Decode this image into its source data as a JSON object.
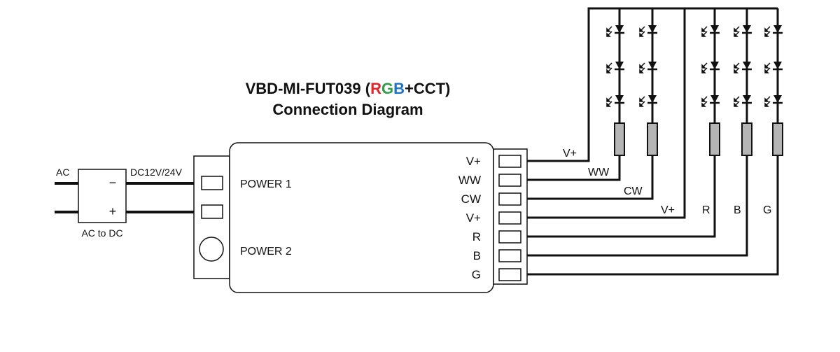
{
  "title": {
    "line1_prefix": "VBD-MI-FUT039 (",
    "line1_r": "R",
    "line1_g": "G",
    "line1_b": "B",
    "line1_suffix": "+CCT)",
    "line2": "Connection Diagram"
  },
  "colors": {
    "red": "#e0262a",
    "green": "#2e9e48",
    "blue": "#1f73c4",
    "ink": "#111111",
    "resistor": "#b5b5b5"
  },
  "converter": {
    "ac_label": "AC",
    "dc_label": "DC12V/24V",
    "minus": "−",
    "plus": "+",
    "caption": "AC to DC"
  },
  "controller": {
    "power1": "POWER 1",
    "power2": "POWER 2"
  },
  "terminals": [
    "V+",
    "WW",
    "CW",
    "V+",
    "R",
    "B",
    "G"
  ],
  "wire_labels": [
    "V+",
    "WW",
    "CW",
    "V+",
    "R",
    "B",
    "G"
  ]
}
